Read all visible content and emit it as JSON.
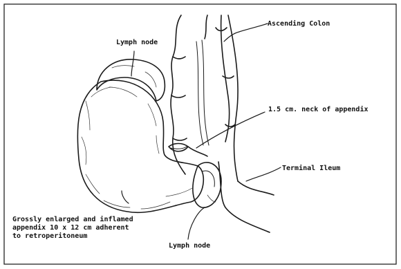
{
  "labels": {
    "ascending_colon": "Ascending Colon",
    "lymph_node_top": "Lymph node",
    "neck": "1.5 cm. neck of appendix",
    "terminal_ileum": "Terminal Ileum",
    "appendix_line1": "Grossly enlarged and inflamed",
    "appendix_line2": "appendix 10 x 12 cm adherent",
    "appendix_line3": "to retroperitoneum",
    "lymph_node_bottom": "Lymph node"
  }
}
